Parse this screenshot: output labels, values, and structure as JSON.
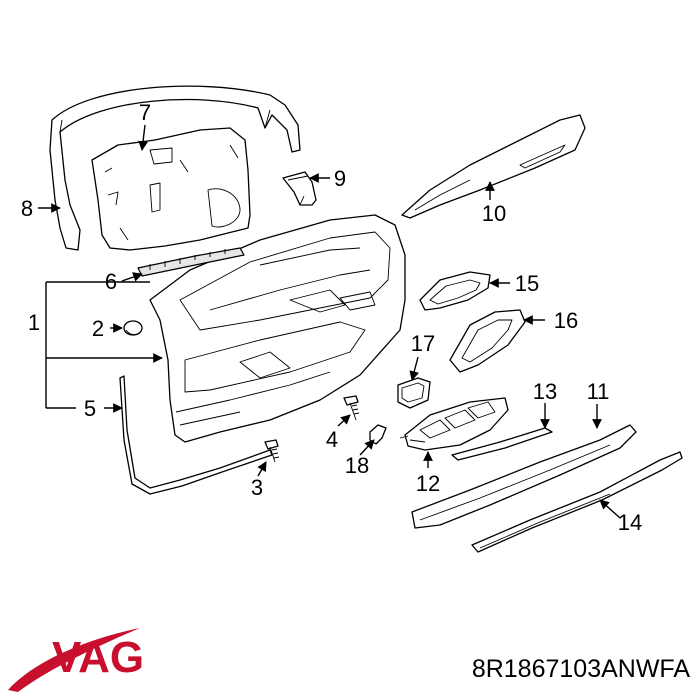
{
  "callouts": [
    "1",
    "2",
    "3",
    "4",
    "5",
    "6",
    "7",
    "8",
    "9",
    "10",
    "11",
    "12",
    "13",
    "14",
    "15",
    "16",
    "17",
    "18"
  ],
  "logo": {
    "text": "VAG",
    "color": "#c8102e"
  },
  "part_number": "8R1867103ANWFA"
}
